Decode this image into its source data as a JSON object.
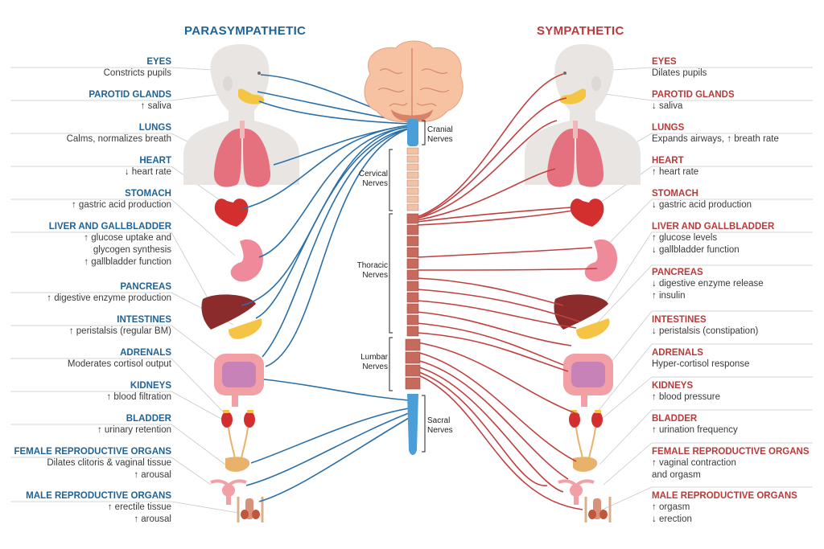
{
  "headers": {
    "para": "PARASYMPATHETIC",
    "symp": "SYMPATHETIC"
  },
  "nerve_labels": {
    "cranial": "Cranial\nNerves",
    "cervical": "Cervical\nNerves",
    "thoracic": "Thoracic\nNerves",
    "lumbar": "Lumbar\nNerves",
    "sacral": "Sacral\nNerves"
  },
  "colors": {
    "para": "#1f6396",
    "symp": "#b93a3a",
    "para_nerve": "#2a6fa6",
    "symp_nerve": "#c0403f"
  },
  "parasympathetic": [
    {
      "title": "EYES",
      "desc": "Constricts pupils"
    },
    {
      "title": "PAROTID GLANDS",
      "desc": "↑ saliva"
    },
    {
      "title": "LUNGS",
      "desc": "Calms, normalizes breath"
    },
    {
      "title": "HEART",
      "desc": "↓ heart rate"
    },
    {
      "title": "STOMACH",
      "desc": "↑ gastric acid production"
    },
    {
      "title": "LIVER AND GALLBLADDER",
      "desc": "↑ glucose uptake and\nglycogen synthesis\n↑ gallbladder function"
    },
    {
      "title": "PANCREAS",
      "desc": "↑ digestive  enzyme production"
    },
    {
      "title": "INTESTINES",
      "desc": "↑ peristalsis (regular BM)"
    },
    {
      "title": "ADRENALS",
      "desc": "Moderates cortisol output"
    },
    {
      "title": "KIDNEYS",
      "desc": "↑ blood filtration"
    },
    {
      "title": "BLADDER",
      "desc": "↑ urinary retention"
    },
    {
      "title": "FEMALE REPRODUCTIVE ORGANS",
      "desc": "Dilates clitoris & vaginal tissue\n↑ arousal"
    },
    {
      "title": "MALE REPRODUCTIVE ORGANS",
      "desc": "↑ erectile tissue\n↑ arousal"
    }
  ],
  "sympathetic": [
    {
      "title": "EYES",
      "desc": "Dilates pupils"
    },
    {
      "title": "PAROTID GLANDS",
      "desc": "↓ saliva"
    },
    {
      "title": "LUNGS",
      "desc": "Expands airways, ↑ breath rate"
    },
    {
      "title": "HEART",
      "desc": "↑ heart rate"
    },
    {
      "title": "STOMACH",
      "desc": "↓ gastric acid production"
    },
    {
      "title": "LIVER AND GALLBLADDER",
      "desc": "↑ glucose levels\n↓ gallbladder function"
    },
    {
      "title": "PANCREAS",
      "desc": "↓ digestive enzyme release\n↑ insulin"
    },
    {
      "title": "INTESTINES",
      "desc": "↓ peristalsis (constipation)"
    },
    {
      "title": "ADRENALS",
      "desc": "Hyper-cortisol response"
    },
    {
      "title": "KIDNEYS",
      "desc": "↑ blood pressure"
    },
    {
      "title": "BLADDER",
      "desc": "↑ urination frequency"
    },
    {
      "title": "FEMALE REPRODUCTIVE ORGANS",
      "desc": "↑ vaginal contraction\n  and orgasm"
    },
    {
      "title": "MALE REPRODUCTIVE ORGANS",
      "desc": "↑ orgasm\n↓ erection"
    }
  ]
}
